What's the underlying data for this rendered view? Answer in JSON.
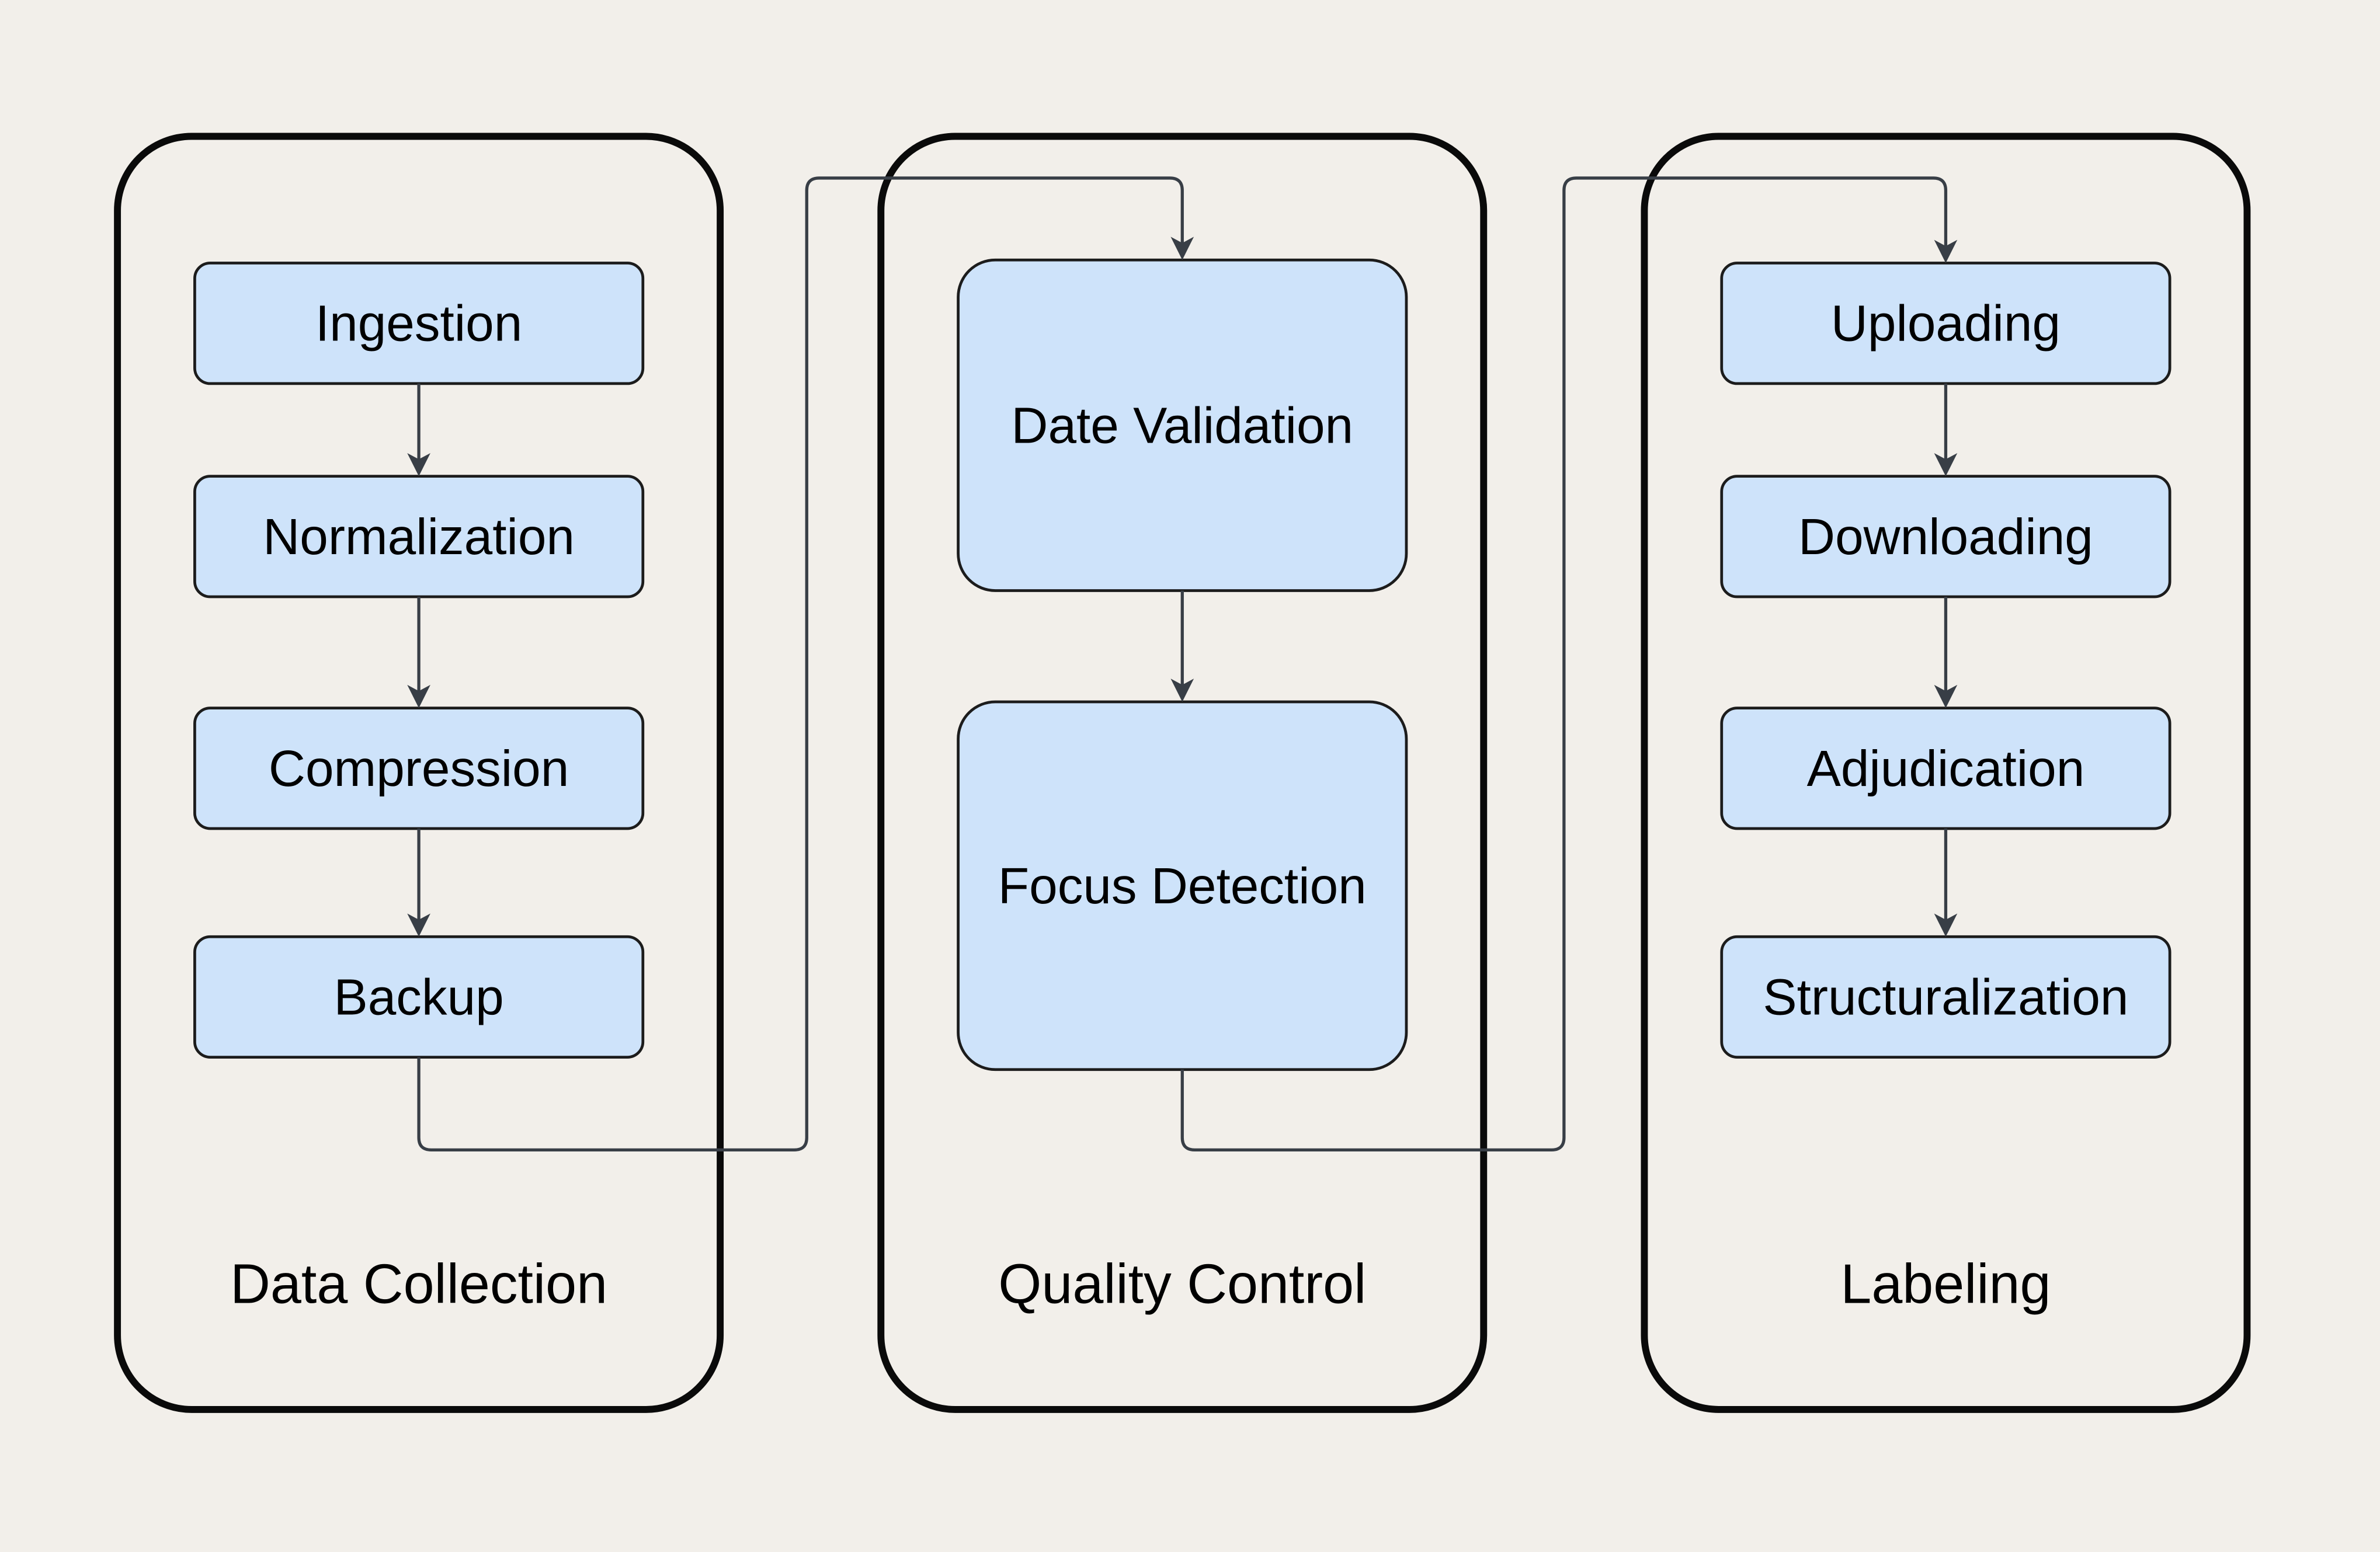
{
  "diagram": {
    "type": "flowchart",
    "colors": {
      "background": "#f2efea",
      "node_fill": "#cee3fa",
      "node_stroke": "#1c1c1c",
      "container_stroke": "#0a0a0a",
      "connector": "#383e46",
      "text": "#000000"
    },
    "groups": [
      {
        "id": "data-collection",
        "label": "Data Collection",
        "nodes": [
          "Ingestion",
          "Normalization",
          "Compression",
          "Backup"
        ]
      },
      {
        "id": "quality-control",
        "label": "Quality Control",
        "nodes": [
          "Date Validation",
          "Focus Detection"
        ]
      },
      {
        "id": "labeling",
        "label": "Labeling",
        "nodes": [
          "Uploading",
          "Downloading",
          "Adjudication",
          "Structuralization"
        ]
      }
    ],
    "flows": [
      {
        "from": "Ingestion",
        "to": "Normalization"
      },
      {
        "from": "Normalization",
        "to": "Compression"
      },
      {
        "from": "Compression",
        "to": "Backup"
      },
      {
        "from": "Backup",
        "to": "Date Validation"
      },
      {
        "from": "Date Validation",
        "to": "Focus Detection"
      },
      {
        "from": "Focus Detection",
        "to": "Uploading"
      },
      {
        "from": "Uploading",
        "to": "Downloading"
      },
      {
        "from": "Downloading",
        "to": "Adjudication"
      },
      {
        "from": "Adjudication",
        "to": "Structuralization"
      }
    ]
  }
}
